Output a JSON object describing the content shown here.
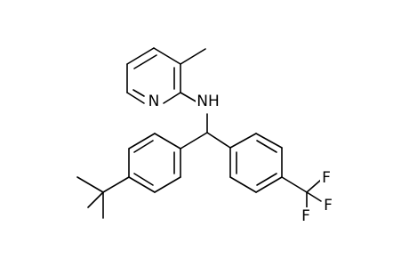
{
  "structure": {
    "atoms": {
      "ring_nitrogen": "N",
      "amine": "NH",
      "fluorine_1": "F",
      "fluorine_2": "F",
      "fluorine_3": "F"
    }
  },
  "colors": {
    "bond": "#000000",
    "label": "#000000",
    "background": "#ffffff"
  }
}
